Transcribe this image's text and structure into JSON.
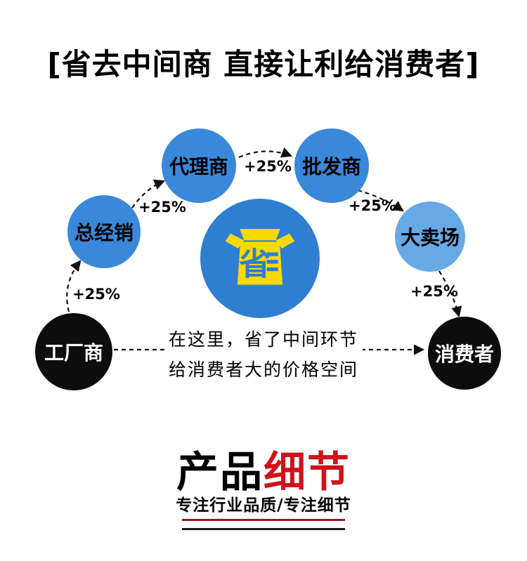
{
  "title": "[省去中间商 直接让利给消费者]",
  "diagram": {
    "nodes": {
      "factory": {
        "label": "工厂商"
      },
      "distributor": {
        "label": "总经销"
      },
      "agent": {
        "label": "代理商"
      },
      "wholesaler": {
        "label": "批发商"
      },
      "hypermarket": {
        "label": "大卖场"
      },
      "consumer": {
        "label": "消费者"
      }
    },
    "center": {
      "char": "省"
    },
    "percent_labels": [
      "+25%",
      "+25%",
      "+25%",
      "+25%",
      "+25%"
    ],
    "caption": {
      "line1": "在这里，省了中间环节",
      "line2": "给消费者大的价格空间"
    }
  },
  "details_section": {
    "heading_part1": "产品",
    "heading_part2": "细节",
    "subheading": "专注行业品质/专注细节"
  },
  "colors": {
    "circle_blue": "#3a88da",
    "circle_light_blue": "#66a9e4",
    "circle_dark": "#0d0d0d",
    "center_circle_blue": "#2e7fd2",
    "icon_yellow": "#f8d900",
    "heading_red": "#d0121b",
    "divider_red": "#8f1d22",
    "divider_black": "#1a1a1a"
  }
}
